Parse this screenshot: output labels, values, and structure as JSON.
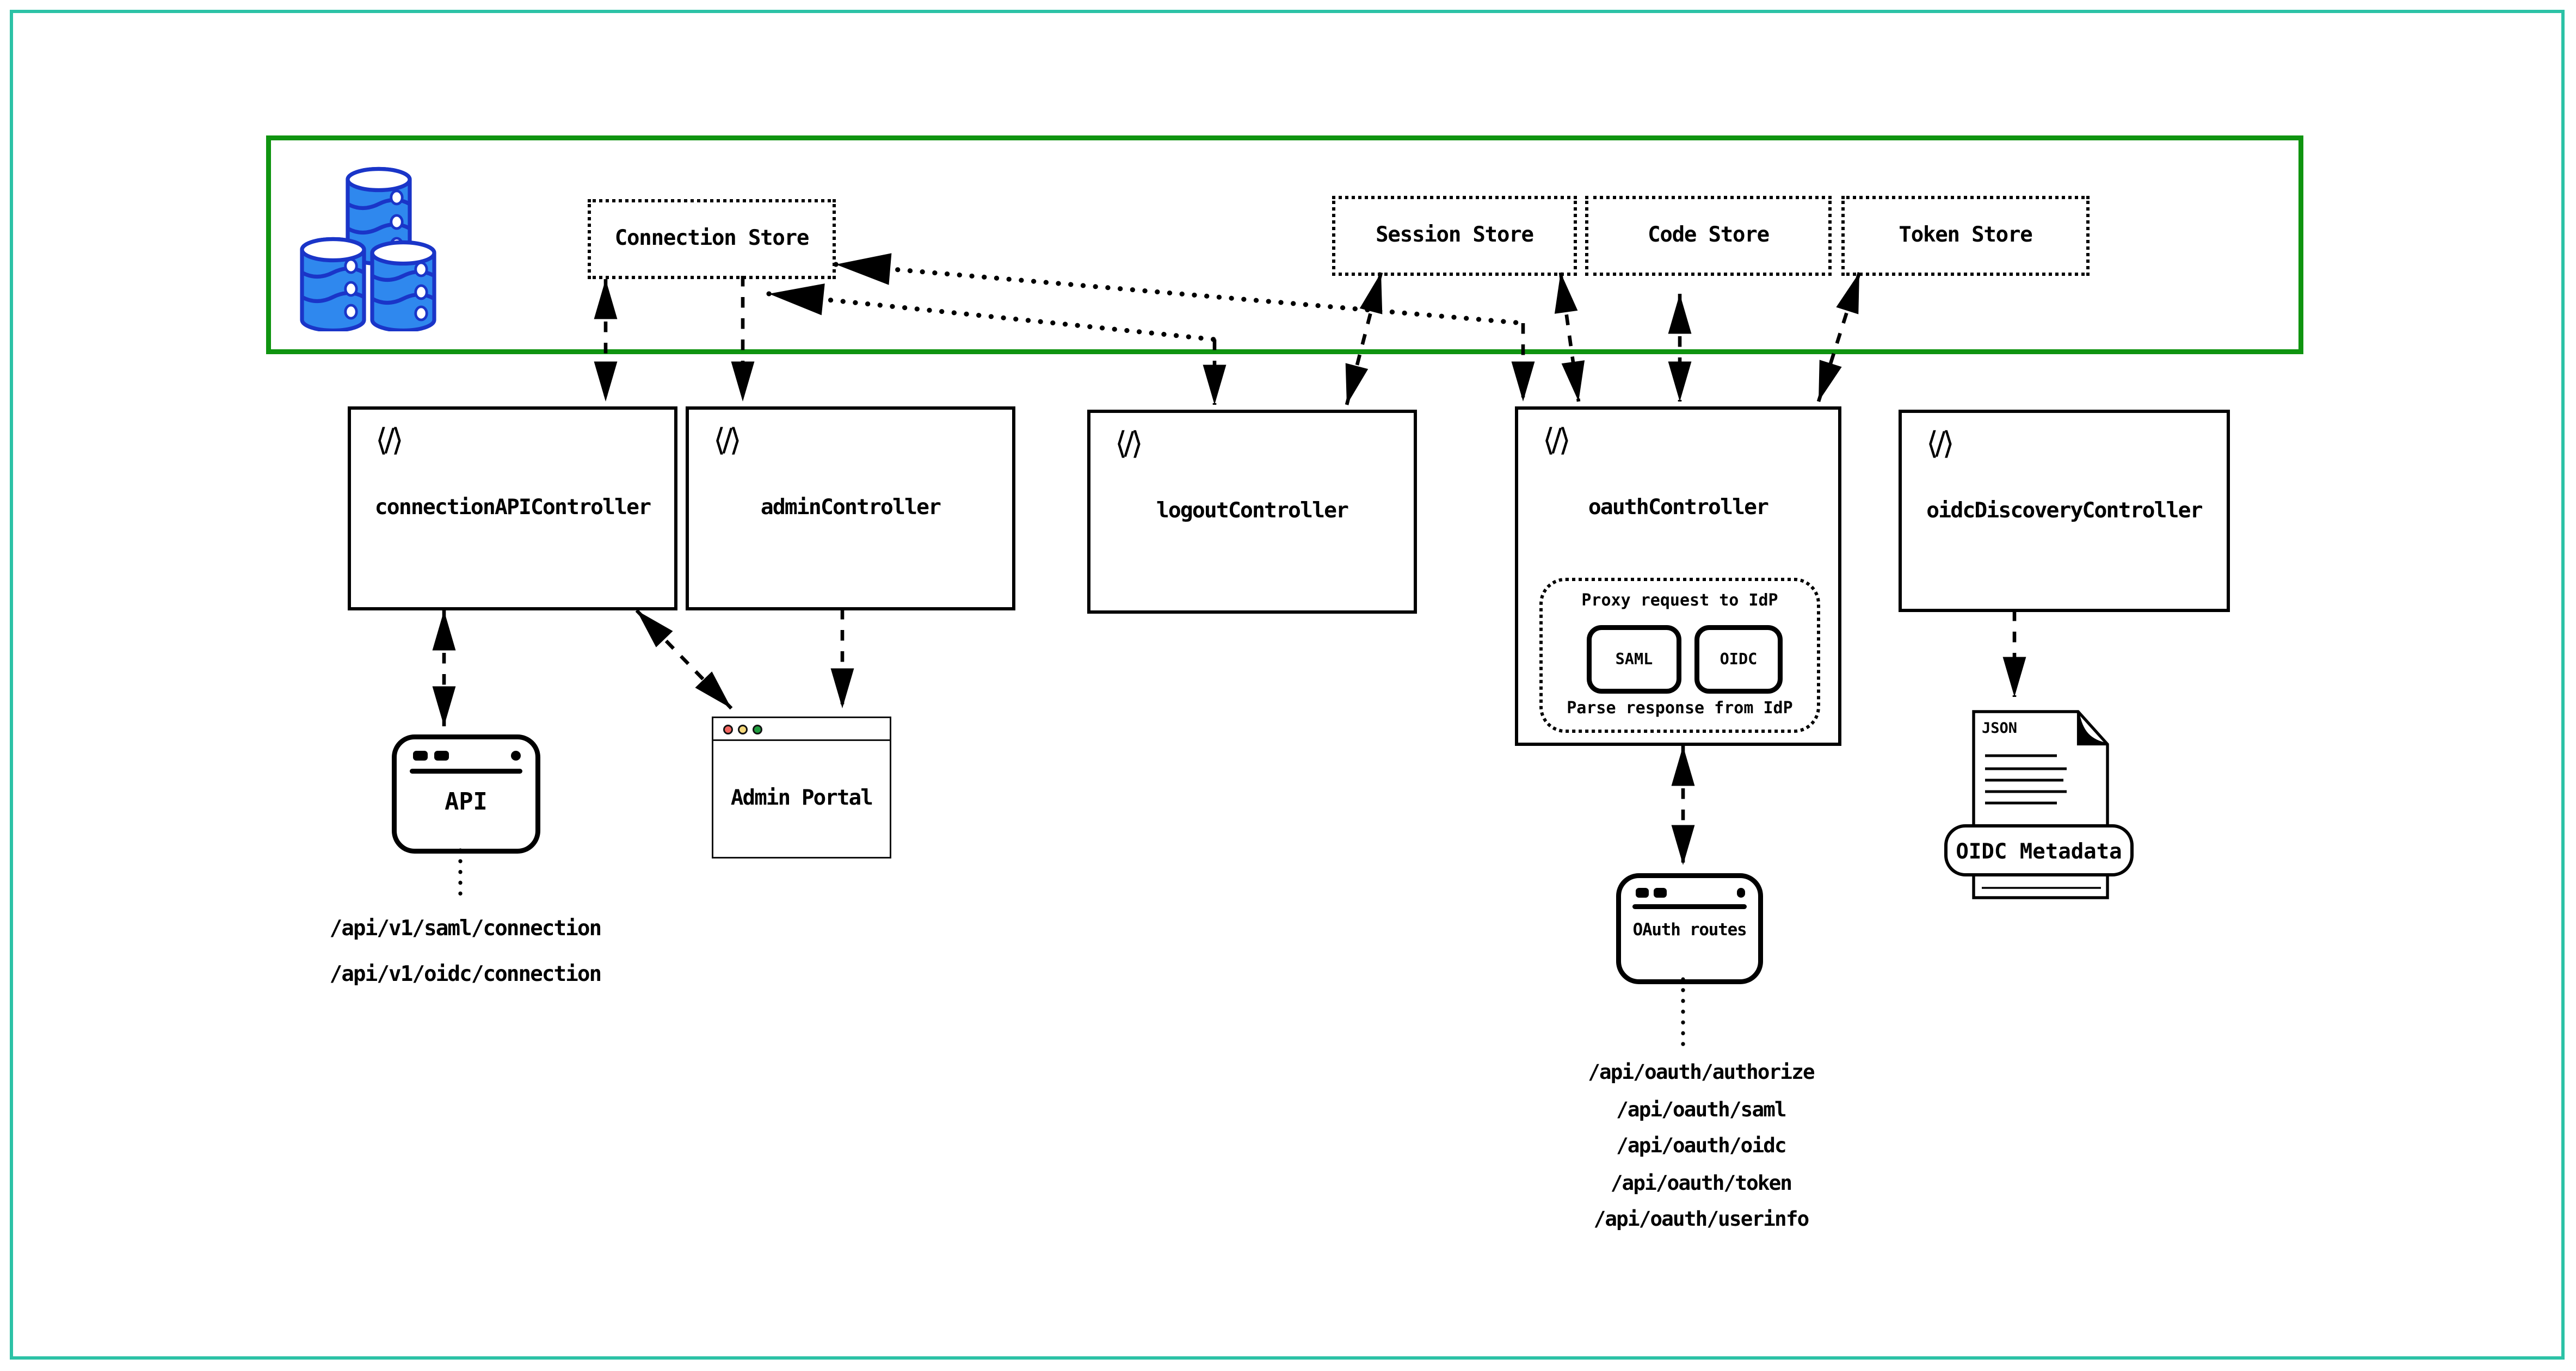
{
  "colors": {
    "page_border": "#2cc2a6",
    "store_container_border": "#0f9410",
    "database_fill": "#2f88ee",
    "database_stroke": "#1a35c8",
    "traffic_red": "#f2655f",
    "traffic_yellow": "#f6d97c",
    "traffic_green": "#1f9c3d",
    "line": "#000000"
  },
  "icons": {
    "code": "⟨/⟩"
  },
  "data_store_zone": {
    "stores": [
      {
        "label": "Connection Store"
      },
      {
        "label": "Session Store"
      },
      {
        "label": "Code Store"
      },
      {
        "label": "Token Store"
      }
    ]
  },
  "controllers": [
    {
      "label": "connectionAPIController"
    },
    {
      "label": "adminController"
    },
    {
      "label": "logoutController"
    },
    {
      "label": "oauthController"
    },
    {
      "label": "oidcDiscoveryController"
    }
  ],
  "oauth_proxy": {
    "request_label": "Proxy request to IdP",
    "response_label": "Parse response from IdP",
    "protocols": [
      "SAML",
      "OIDC"
    ]
  },
  "clients": {
    "api": {
      "label": "API"
    },
    "admin_portal": {
      "label": "Admin Portal"
    },
    "oauth_routes": {
      "label": "OAuth routes"
    },
    "oidc_metadata": {
      "file_badge": "JSON",
      "label": "OIDC Metadata"
    }
  },
  "endpoints": {
    "connection_api": [
      "/api/v1/saml/connection",
      "/api/v1/oidc/connection"
    ],
    "oauth": [
      "/api/oauth/authorize",
      "/api/oauth/saml",
      "/api/oauth/oidc",
      "/api/oauth/token",
      "/api/oauth/userinfo"
    ]
  },
  "connections": [
    {
      "from": "connectionAPIController",
      "to": "Connection Store",
      "bidirectional": true
    },
    {
      "from": "Connection Store",
      "to": "adminController",
      "bidirectional": false
    },
    {
      "from": "oauthController",
      "to": "Connection Store",
      "bidirectional": true
    },
    {
      "from": "logoutController",
      "to": "Connection Store",
      "bidirectional": true
    },
    {
      "from": "logoutController",
      "to": "Session Store",
      "bidirectional": true
    },
    {
      "from": "oauthController",
      "to": "Session Store",
      "bidirectional": true
    },
    {
      "from": "oauthController",
      "to": "Code Store",
      "bidirectional": true
    },
    {
      "from": "oauthController",
      "to": "Token Store",
      "bidirectional": true
    },
    {
      "from": "connectionAPIController",
      "to": "API",
      "bidirectional": true
    },
    {
      "from": "connectionAPIController",
      "to": "Admin Portal",
      "bidirectional": true
    },
    {
      "from": "adminController",
      "to": "Admin Portal",
      "bidirectional": false
    },
    {
      "from": "oauthController",
      "to": "OAuth routes",
      "bidirectional": true
    },
    {
      "from": "oidcDiscoveryController",
      "to": "OIDC Metadata JSON",
      "bidirectional": false
    }
  ]
}
